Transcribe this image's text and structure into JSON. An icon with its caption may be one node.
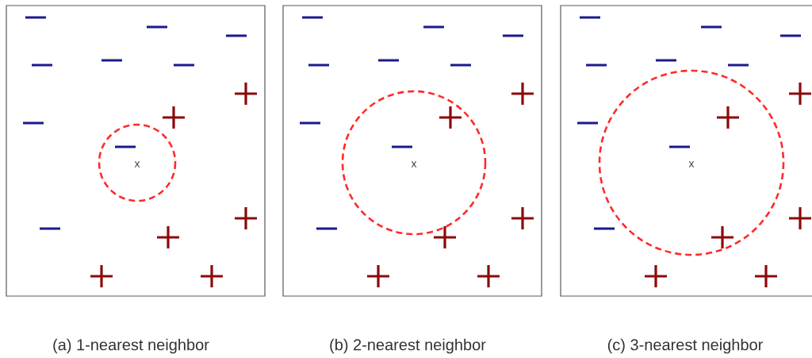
{
  "diagram": {
    "labels": [
      "x",
      "x",
      "x",
      "(a) 1-nearest neighbor",
      "(b) 2-nearest neighbor",
      "(c) 3-nearest neighbor"
    ]
  }
}
